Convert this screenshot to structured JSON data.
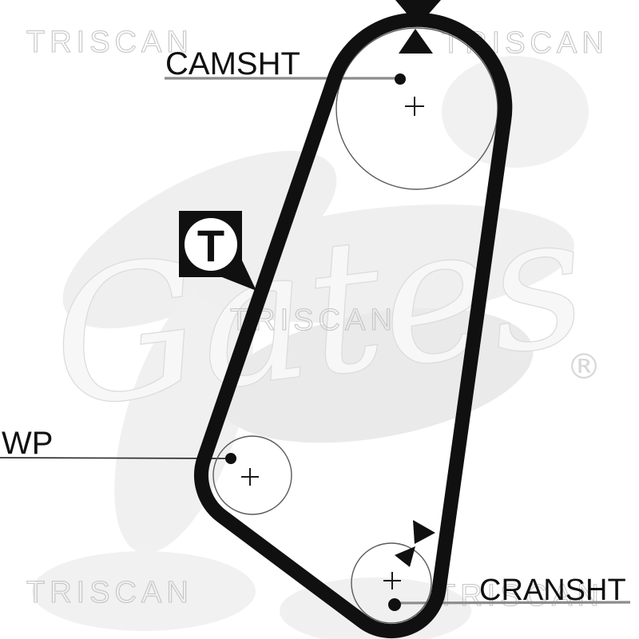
{
  "diagram": {
    "labels": {
      "camshaft": "CAMSHT",
      "water_pump": "WP",
      "crankshaft": "CRANSHT"
    },
    "tensioner": {
      "label": "T"
    },
    "watermarks": {
      "brand": "TRISCAN",
      "logo": "Gates",
      "registered": "®"
    },
    "colors": {
      "belt": "#101010",
      "label_text": "#101010",
      "leader_line": "#8c8c8c",
      "wp_leader_line": "#2e2e2e",
      "thin_line": "#5a5a5a",
      "watermark_outline": "#c6c6c6",
      "logo_fill": "#f7f7f7",
      "logo_stroke": "#dcdcdc",
      "registered_gray": "#d8d8d8"
    }
  }
}
